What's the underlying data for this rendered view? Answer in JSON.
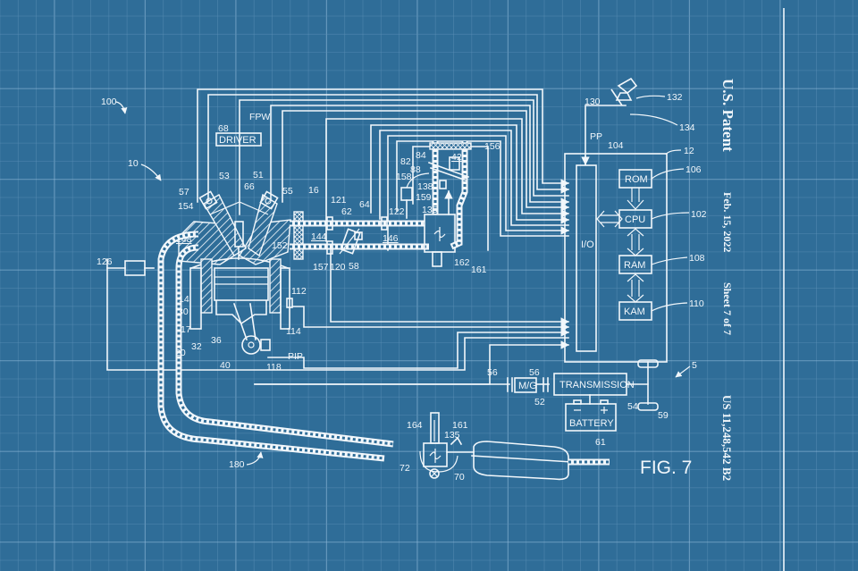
{
  "header": {
    "title": "U.S. Patent",
    "date": "Feb. 15, 2022",
    "sheet": "Sheet 7 of 7",
    "patent_number": "US 11,248,542 B2"
  },
  "figure": {
    "label": "FIG. 7"
  },
  "colors": {
    "background": "#2f6d98",
    "line": "#f2f7fb",
    "grid_minor": "#5b8fb6",
    "grid_major": "#8fb8d8"
  },
  "blocks": {
    "driver": "DRIVER",
    "io": "I/O",
    "rom": "ROM",
    "cpu": "CPU",
    "ram": "RAM",
    "kam": "KAM",
    "transmission": "TRANSMISSION",
    "mg": "M/G",
    "battery": "BATTERY"
  },
  "signals": {
    "fpw": "FPW",
    "pp": "PP",
    "pip": "PIP"
  },
  "refs": {
    "r100": "100",
    "r10": "10",
    "r68": "68",
    "r57": "57",
    "r53": "53",
    "r66": "66",
    "r51": "51",
    "r55": "55",
    "r16": "16",
    "r154": "154",
    "r148": "148",
    "r152": "152",
    "r126": "126",
    "r14": "14",
    "r30": "30",
    "r17": "17",
    "r20": "20",
    "r32": "32",
    "r36": "36",
    "r40": "40",
    "r118": "118",
    "r112": "112",
    "r114": "114",
    "r121": "121",
    "r62": "62",
    "r64": "64",
    "r144": "144",
    "r157": "157",
    "r120": "120",
    "r58": "58",
    "r122": "122",
    "r146": "146",
    "r158": "158",
    "r159": "159",
    "r138": "138",
    "r135": "135",
    "r82": "82",
    "r84": "84",
    "r88": "88",
    "r42": "42",
    "r156": "156",
    "r162": "162",
    "r161": "161",
    "r130": "130",
    "r132": "132",
    "r134": "134",
    "r104": "104",
    "r12": "12",
    "r106": "106",
    "r102": "102",
    "r108": "108",
    "r110": "110",
    "r5": "5",
    "r56a": "56",
    "r56b": "56",
    "r52": "52",
    "r54": "54",
    "r59": "59",
    "r61": "61",
    "r164": "164",
    "r161b": "161",
    "r135b": "135",
    "r72": "72",
    "r70": "70",
    "r180": "180"
  }
}
